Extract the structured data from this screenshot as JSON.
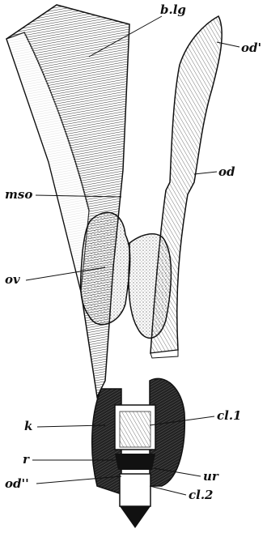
{
  "labels": {
    "b_lg": "b.lg",
    "od_prime": "od'",
    "od": "od",
    "mso": "mso",
    "ov": "ov",
    "cl1": "cl.1",
    "k": "k",
    "r": "r",
    "ur": "ur",
    "od_double_prime": "od''",
    "cl2": "cl.2"
  }
}
